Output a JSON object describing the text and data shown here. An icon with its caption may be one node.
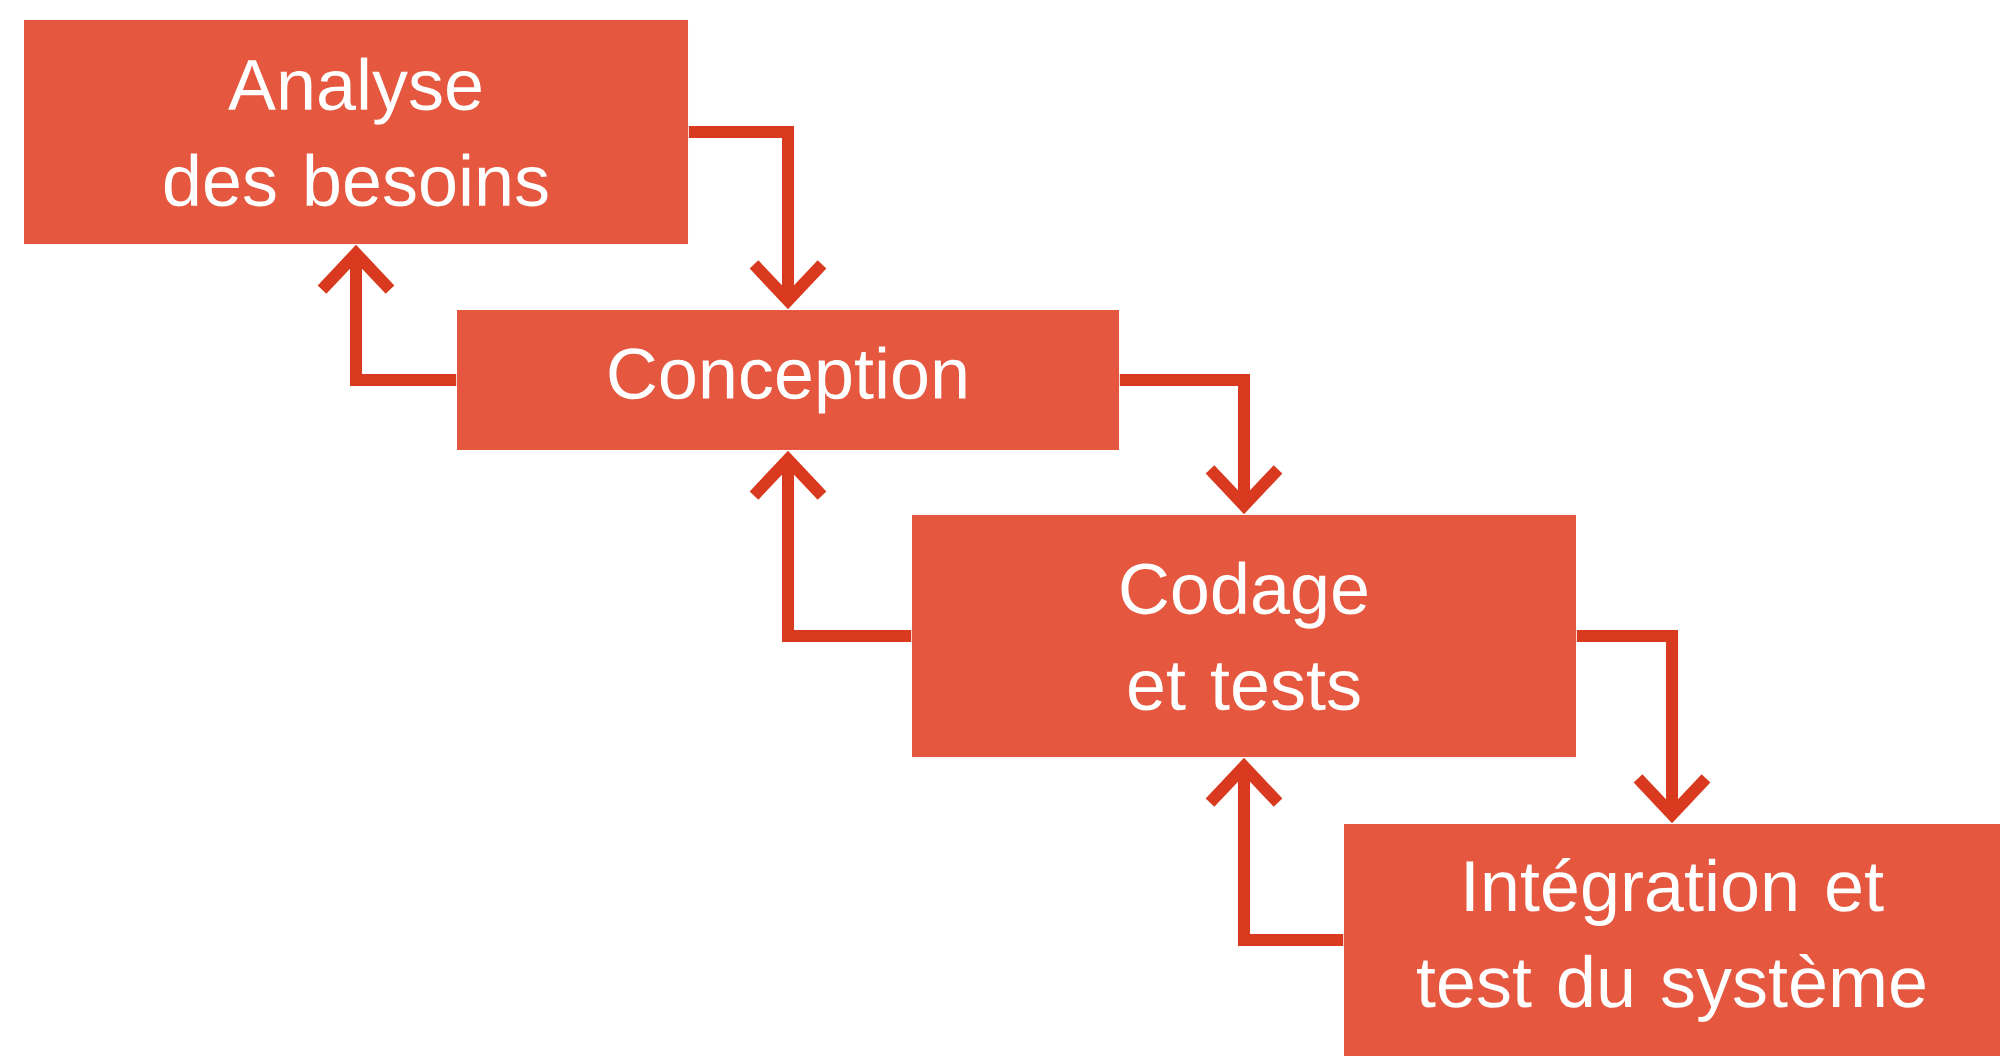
{
  "diagram": {
    "nodes": [
      {
        "text": [
          "Analyse des besoins"
        ]
      },
      {
        "text": [
          "Conception"
        ]
      },
      {
        "text": [
          "Codage et tests"
        ]
      },
      {
        "text": [
          "Intégration et test du système"
        ]
      }
    ],
    "edges": [
      {
        "from": 0,
        "to": 1,
        "arrow": "to"
      },
      {
        "from": 1,
        "to": 0,
        "arrow": "to"
      },
      {
        "from": 1,
        "to": 2,
        "arrow": "to"
      },
      {
        "from": 2,
        "to": 1,
        "arrow": "to"
      },
      {
        "from": 2,
        "to": 3,
        "arrow": "to"
      },
      {
        "from": 3,
        "to": 2,
        "arrow": "to"
      }
    ]
  }
}
